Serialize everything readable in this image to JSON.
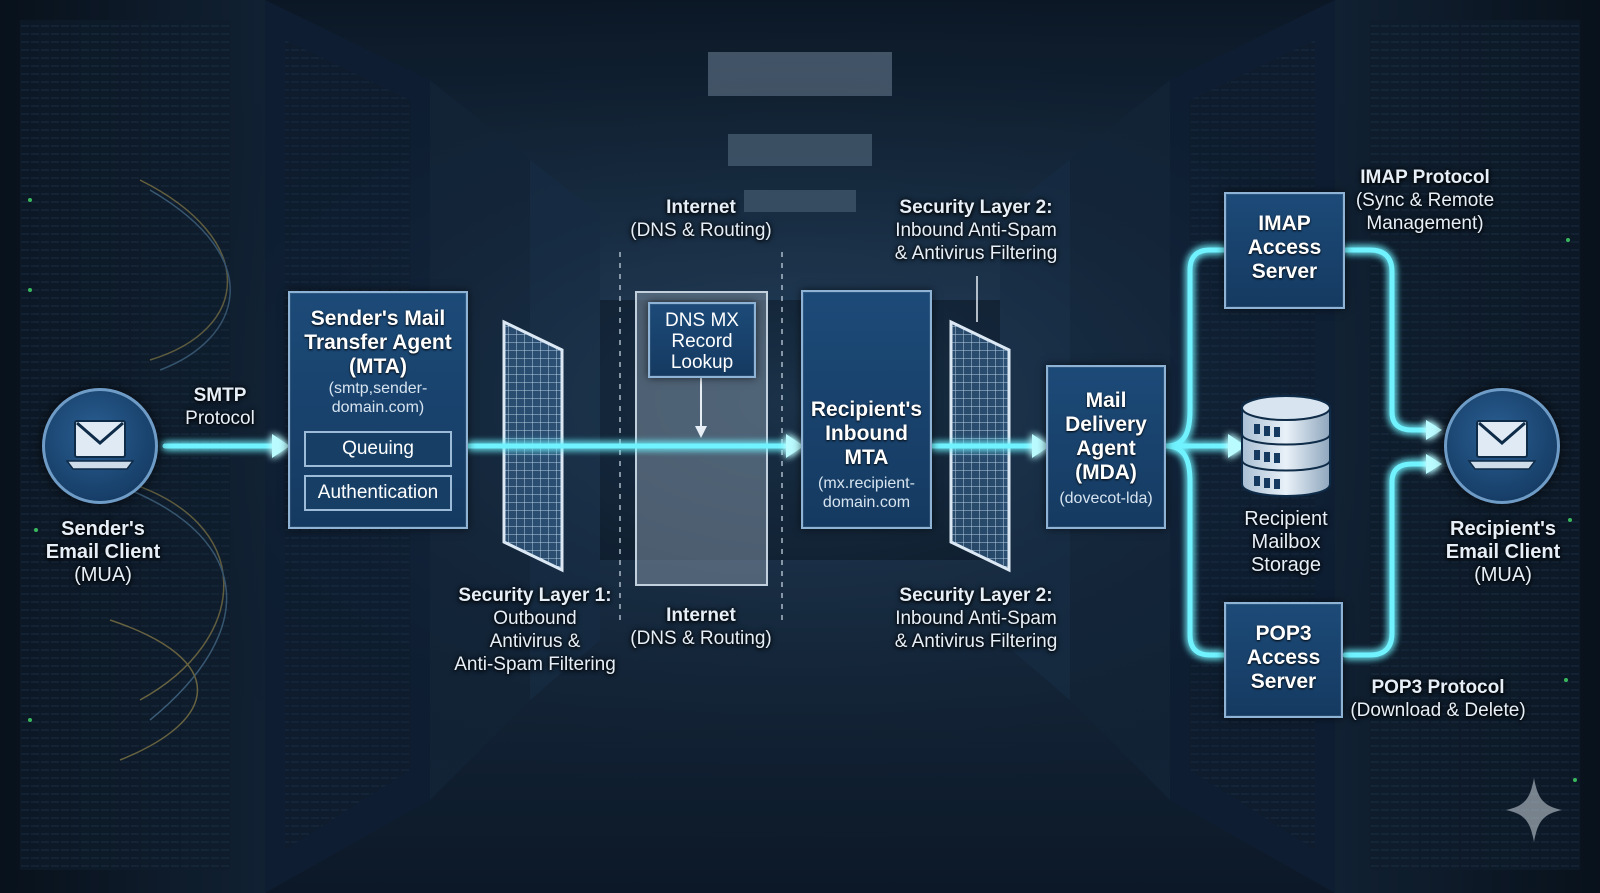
{
  "sender_client": {
    "title_l1": "Sender's",
    "title_l2": "Email Client",
    "sub": "(MUA)",
    "icon": "laptop-envelope-icon"
  },
  "smtp": {
    "l1": "SMTP",
    "l2": "Protocol"
  },
  "sender_mta": {
    "title_l1": "Sender's Mail",
    "title_l2": "Transfer Agent",
    "title_l3": "(MTA)",
    "sub_l1": "(smtp,sender-",
    "sub_l2": "domain.com)",
    "queuing": "Queuing",
    "authentication": "Authentication"
  },
  "sec1": {
    "title": "Security Layer 1:",
    "l1": "Outbound",
    "l2": "Antivirus &",
    "l3": "Anti-Spam Filtering"
  },
  "internet_top": {
    "title": "Internet",
    "sub": "(DNS & Routing)"
  },
  "internet_bottom": {
    "title": "Internet",
    "sub": "(DNS & Routing)"
  },
  "dns_lookup": {
    "l1": "DNS MX",
    "l2": "Record",
    "l3": "Lookup"
  },
  "recipient_mta": {
    "title_l1": "Recipient's",
    "title_l2": "Inbound",
    "title_l3": "MTA",
    "sub_l1": "(mx.recipient-",
    "sub_l2": "domain.com"
  },
  "sec2_top": {
    "title": "Security Layer 2:",
    "l1": "Inbound Anti-Spam",
    "l2": "& Antivirus Filtering"
  },
  "sec2_bottom": {
    "title": "Security Layer 2:",
    "l1": "Inbound Anti-Spam",
    "l2": "& Antivirus Filtering"
  },
  "mda": {
    "title_l1": "Mail",
    "title_l2": "Delivery",
    "title_l3": "Agent",
    "title_l4": "(MDA)",
    "sub": "(dovecot-lda)"
  },
  "imap_server": {
    "l1": "IMAP",
    "l2": "Access",
    "l3": "Server"
  },
  "pop3_server": {
    "l1": "POP3",
    "l2": "Access",
    "l3": "Server"
  },
  "storage": {
    "l1": "Recipient",
    "l2": "Mailbox",
    "l3": "Storage",
    "icon": "database-icon"
  },
  "imap_protocol": {
    "title": "IMAP Protocol",
    "l1": "(Sync & Remote",
    "l2": "Management)"
  },
  "pop3_protocol": {
    "title": "POP3 Protocol",
    "sub": "(Download & Delete)"
  },
  "recipient_client": {
    "title_l1": "Recipient's",
    "title_l2": "Email Client",
    "sub": "(MUA)",
    "icon": "laptop-envelope-icon"
  },
  "colors": {
    "flow": "#6ff3ff",
    "box": "#1a4673",
    "border": "#8fb3d4"
  }
}
